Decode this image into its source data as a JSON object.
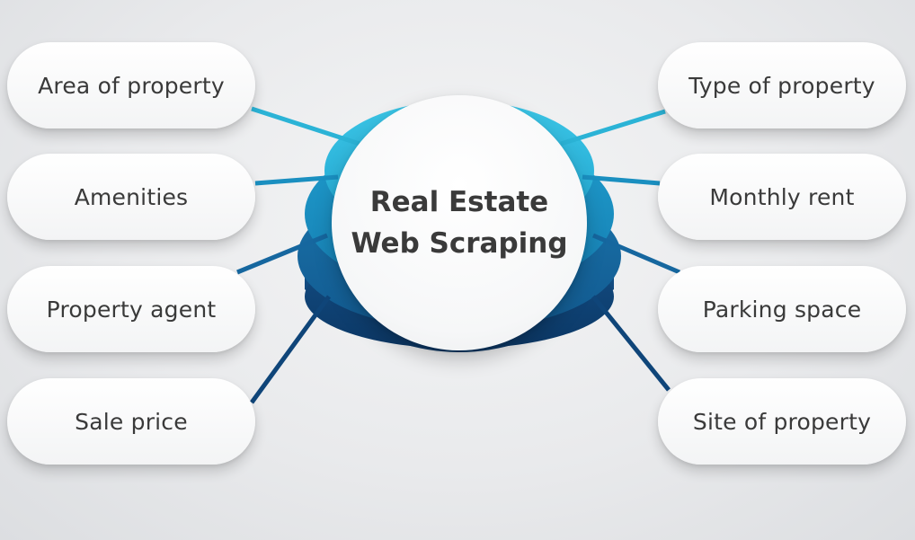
{
  "center": {
    "line1": "Real Estate",
    "line2": "Web Scraping"
  },
  "left_items": [
    {
      "label": "Area of property"
    },
    {
      "label": "Amenities"
    },
    {
      "label": "Property agent"
    },
    {
      "label": "Sale price"
    }
  ],
  "right_items": [
    {
      "label": "Type of property"
    },
    {
      "label": "Monthly rent"
    },
    {
      "label": "Parking space"
    },
    {
      "label": "Site of property"
    }
  ],
  "colors": {
    "tier1": "#2bb3d6",
    "tier2": "#1a8fc0",
    "tier3": "#16679f",
    "tier4": "#0f4579",
    "text": "#3a3a3a"
  }
}
